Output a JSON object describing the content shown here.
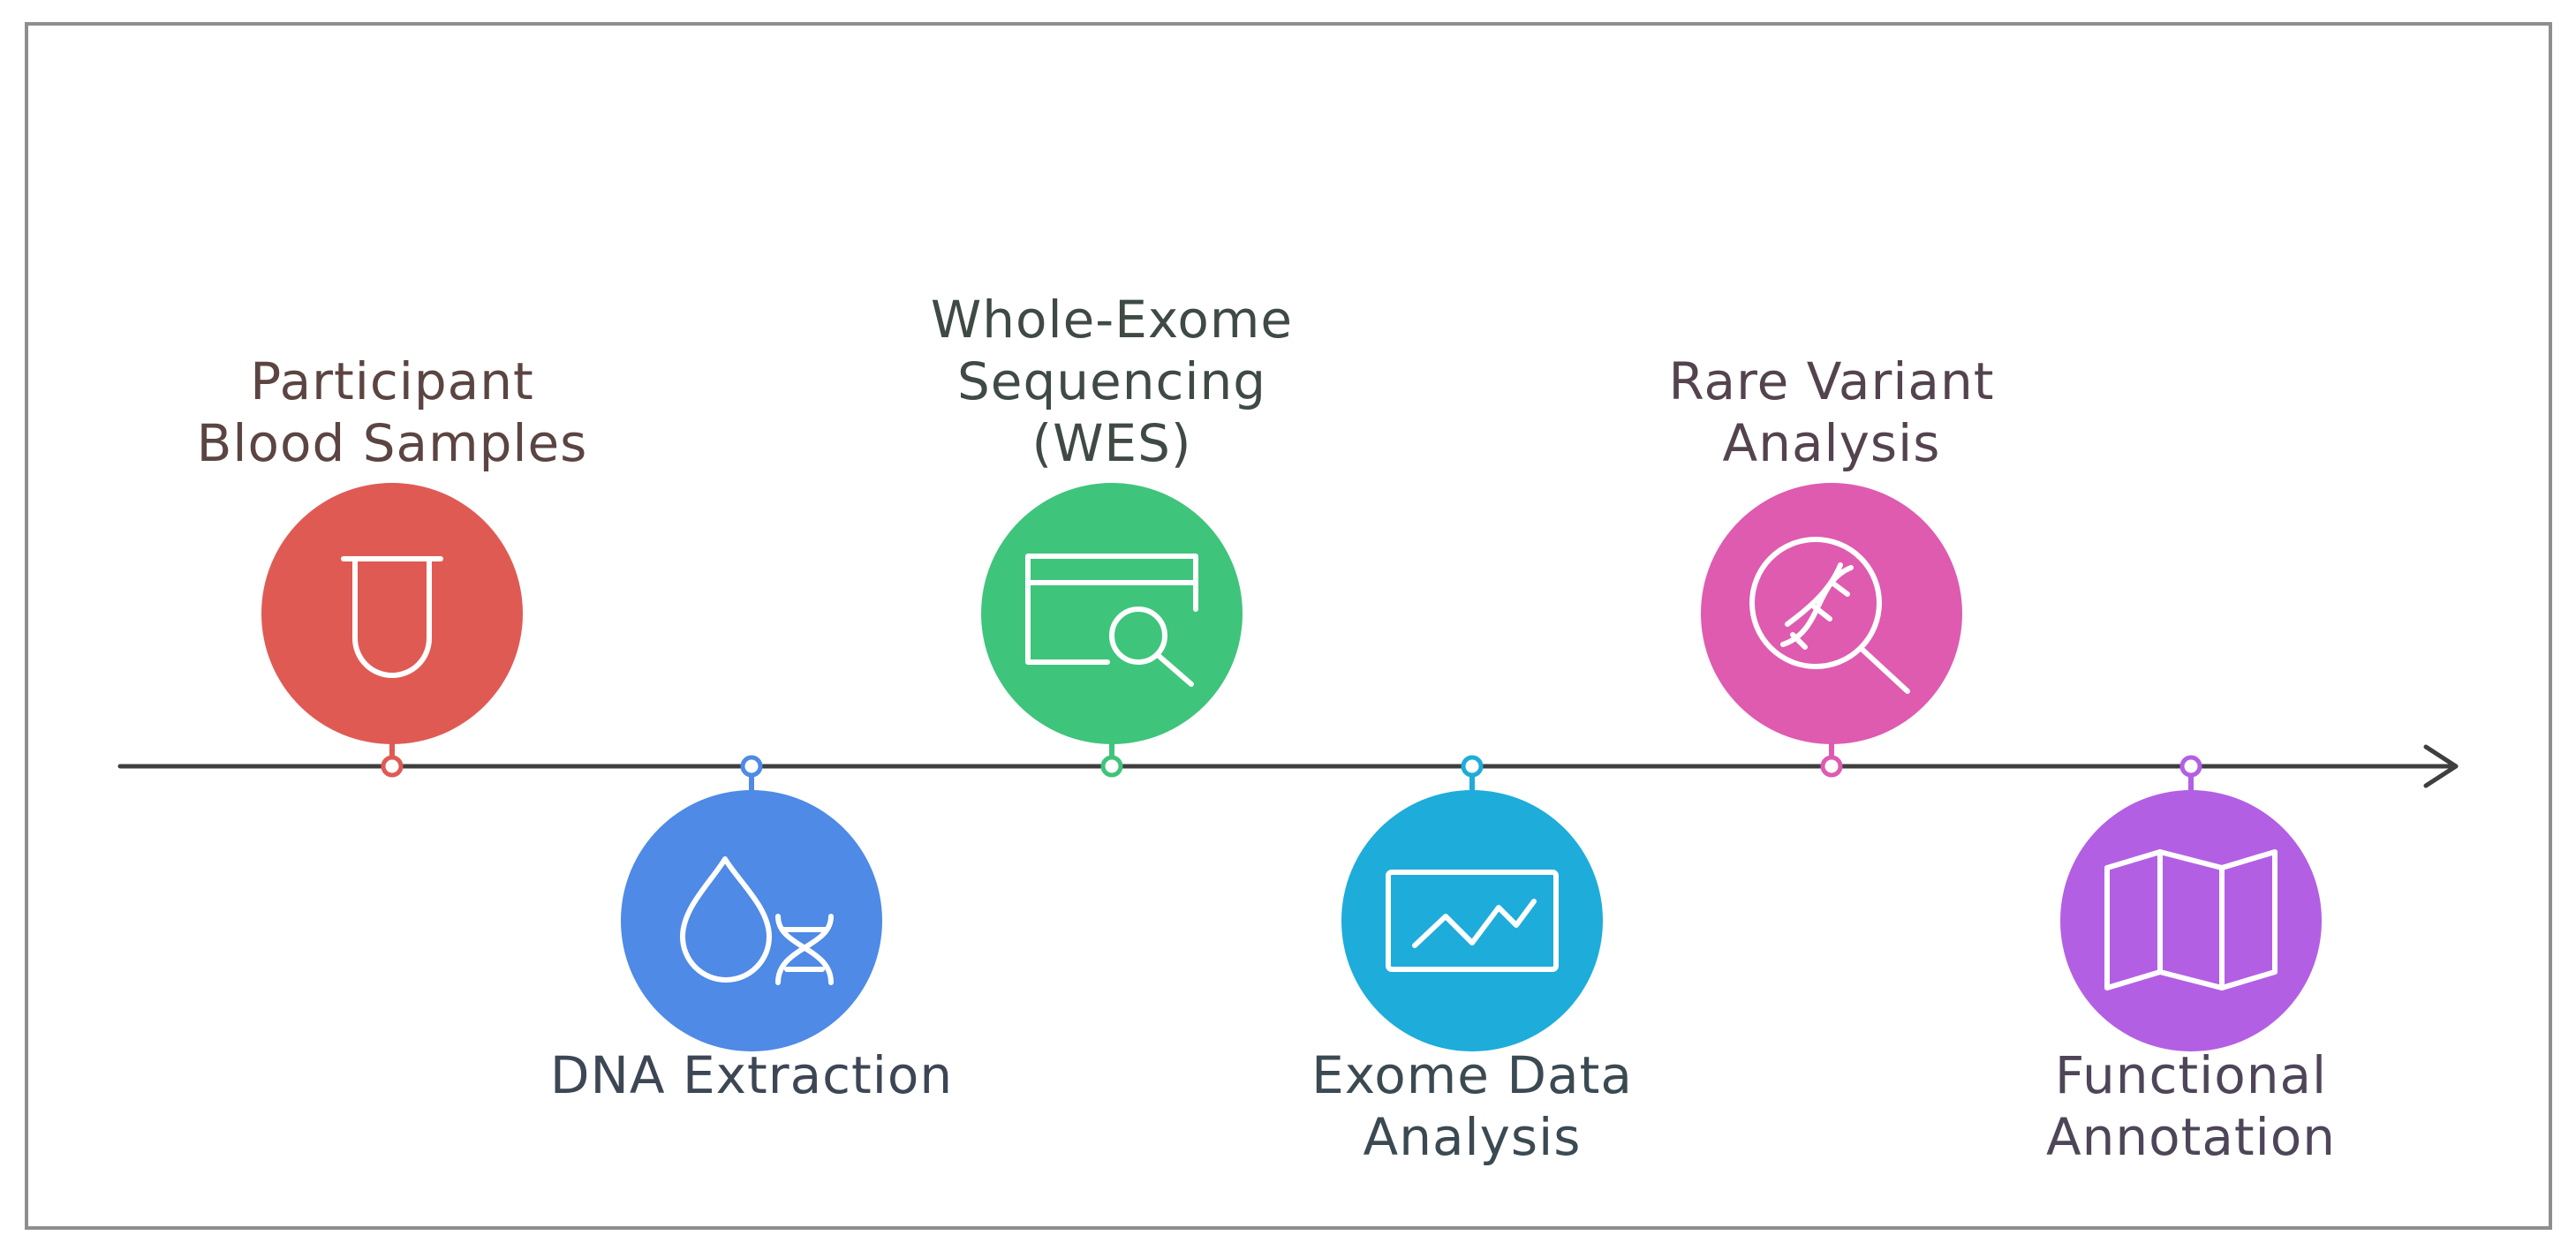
{
  "steps": [
    {
      "id": "participant",
      "label_lines": [
        "Participant",
        "Blood Samples"
      ],
      "position": "above",
      "color": "#e05a54",
      "label_color": "#5b4442",
      "icon": "test-tube-icon"
    },
    {
      "id": "dna",
      "label_lines": [
        "DNA Extraction"
      ],
      "position": "below",
      "color": "#4e8ae6",
      "label_color": "#3d4654",
      "icon": "droplet-dna-icon"
    },
    {
      "id": "wes",
      "label_lines": [
        "Whole-Exome",
        "Sequencing",
        "(WES)"
      ],
      "position": "above",
      "color": "#3fc47c",
      "label_color": "#3f4a45",
      "icon": "browser-search-icon"
    },
    {
      "id": "exome",
      "label_lines": [
        "Exome Data",
        "Analysis"
      ],
      "position": "below",
      "color": "#1eacda",
      "label_color": "#3b4a52",
      "icon": "line-chart-icon"
    },
    {
      "id": "rare",
      "label_lines": [
        "Rare Variant",
        "Analysis"
      ],
      "position": "above",
      "color": "#de5bb0",
      "label_color": "#54434e",
      "icon": "dna-magnifier-icon"
    },
    {
      "id": "functional",
      "label_lines": [
        "Functional",
        "Annotation"
      ],
      "position": "below",
      "color": "#b35fe4",
      "label_color": "#4e4558",
      "icon": "map-icon"
    }
  ],
  "timeline_color": "#3f3f3f"
}
